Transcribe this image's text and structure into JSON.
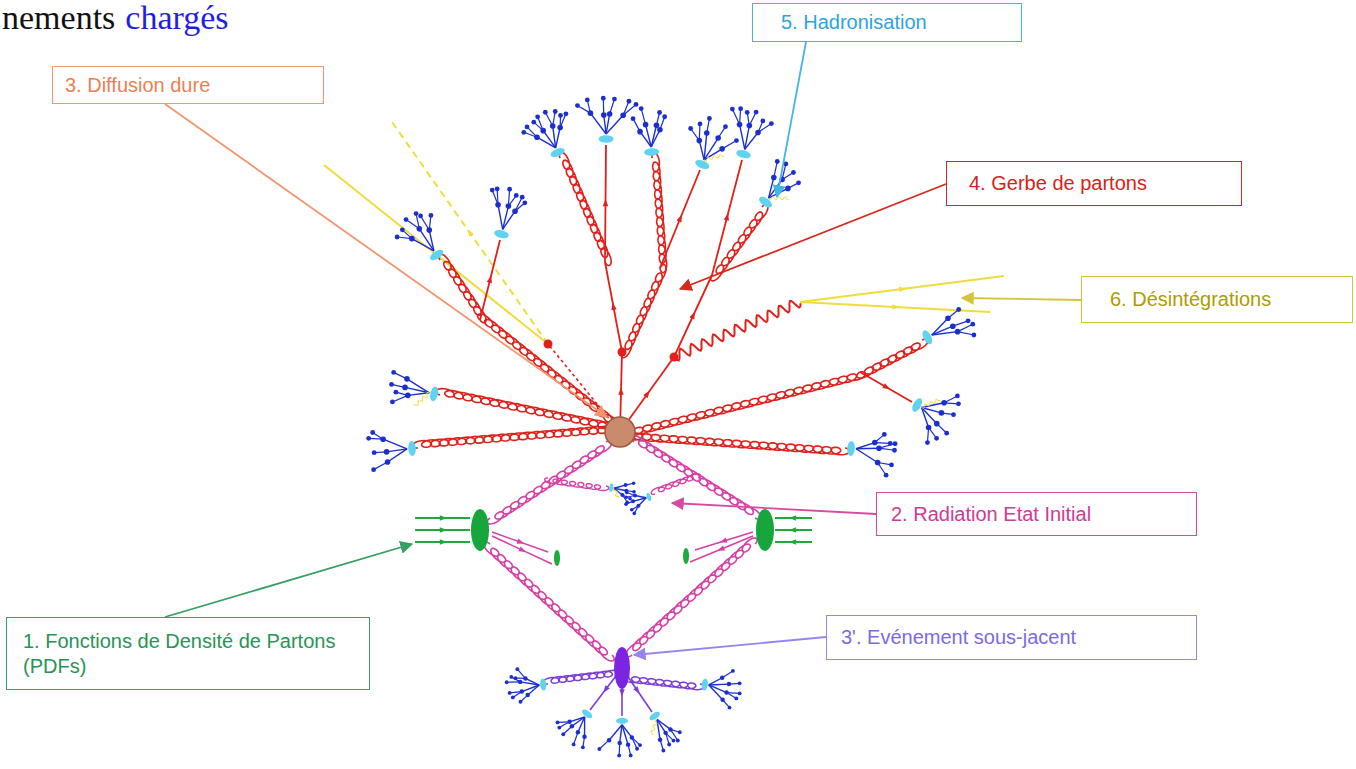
{
  "diagram": {
    "nodes": [
      {
        "text": [
          "5. Hadronisation"
        ]
      },
      {
        "text": [
          "3. Diffusion dure"
        ]
      },
      {
        "text": [
          "4. Gerbe de partons"
        ]
      },
      {
        "text": [
          "6. Désintégrations"
        ]
      },
      {
        "text": [
          "2. Radiation Etat Initial"
        ]
      },
      {
        "text": [
          "1. Fonctions de Densité de Partons (PDFs)"
        ]
      },
      {
        "text": [
          "3'. Evénement sous-jacent"
        ]
      }
    ],
    "labels": [
      "nements",
      "chargés"
    ]
  }
}
